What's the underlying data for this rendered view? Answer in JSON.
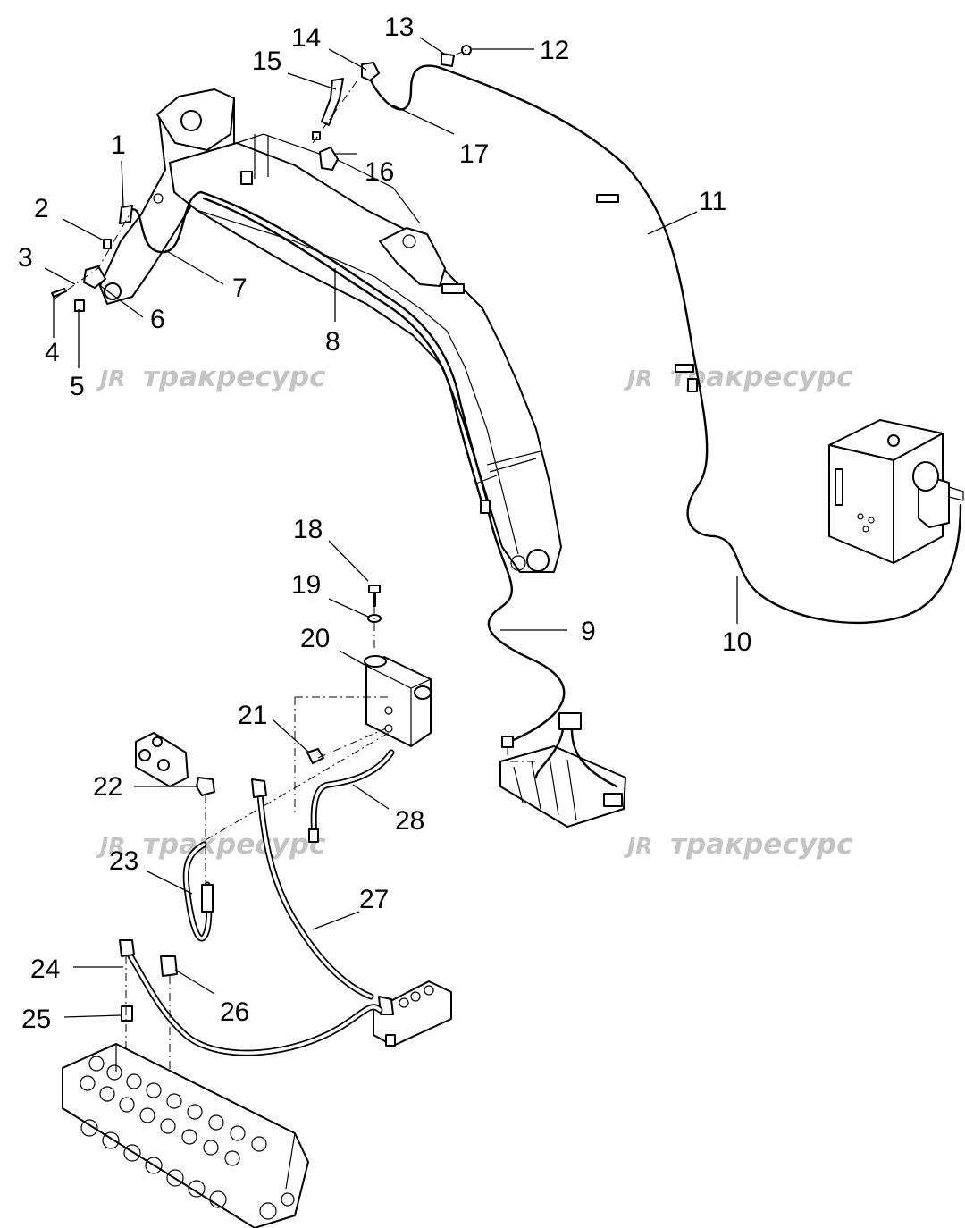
{
  "watermark": {
    "logo": "JR",
    "text": "тракресурс"
  },
  "callouts": [
    {
      "id": "1",
      "label": "1"
    },
    {
      "id": "2",
      "label": "2"
    },
    {
      "id": "3",
      "label": "3"
    },
    {
      "id": "4",
      "label": "4"
    },
    {
      "id": "5",
      "label": "5"
    },
    {
      "id": "6",
      "label": "6"
    },
    {
      "id": "7",
      "label": "7"
    },
    {
      "id": "8",
      "label": "8"
    },
    {
      "id": "9",
      "label": "9"
    },
    {
      "id": "10",
      "label": "10"
    },
    {
      "id": "11",
      "label": "11"
    },
    {
      "id": "12",
      "label": "12"
    },
    {
      "id": "13",
      "label": "13"
    },
    {
      "id": "14",
      "label": "14"
    },
    {
      "id": "15",
      "label": "15"
    },
    {
      "id": "16",
      "label": "16"
    },
    {
      "id": "17",
      "label": "17"
    },
    {
      "id": "18",
      "label": "18"
    },
    {
      "id": "19",
      "label": "19"
    },
    {
      "id": "20",
      "label": "20"
    },
    {
      "id": "21",
      "label": "21"
    },
    {
      "id": "22",
      "label": "22"
    },
    {
      "id": "23",
      "label": "23"
    },
    {
      "id": "24",
      "label": "24"
    },
    {
      "id": "25",
      "label": "25"
    },
    {
      "id": "26",
      "label": "26"
    },
    {
      "id": "27",
      "label": "27"
    },
    {
      "id": "28",
      "label": "28"
    }
  ]
}
